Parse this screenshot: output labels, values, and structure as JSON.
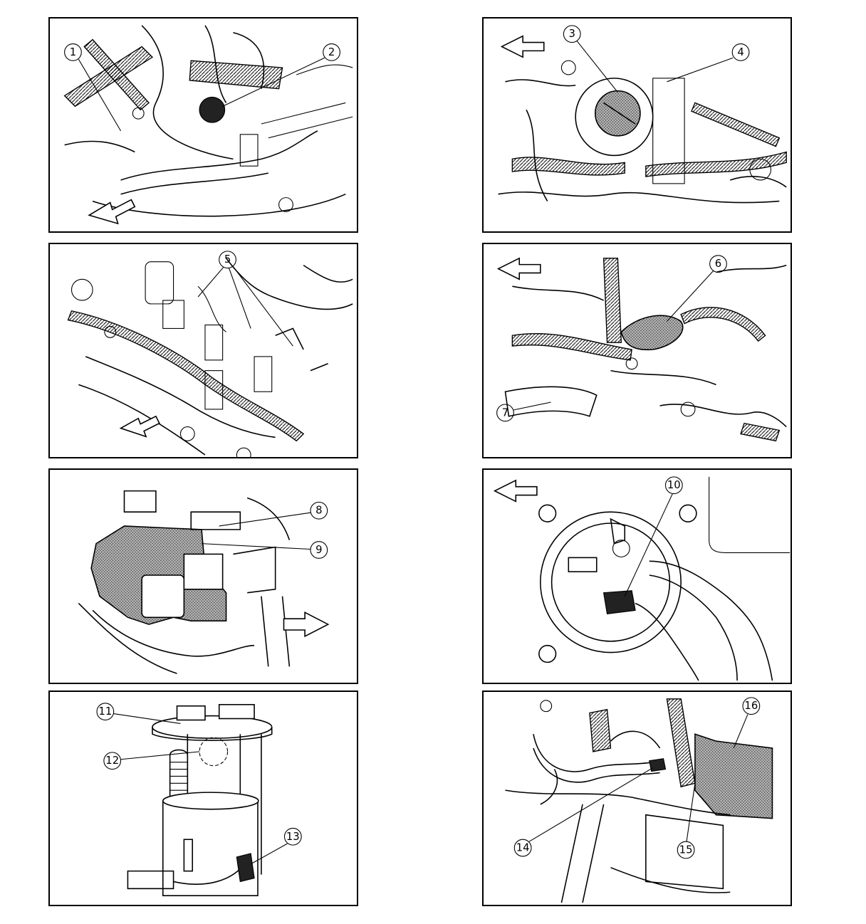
{
  "panels": [
    {
      "id": "p1",
      "callouts": [
        "1",
        "2"
      ]
    },
    {
      "id": "p2",
      "callouts": [
        "3",
        "4"
      ]
    },
    {
      "id": "p3",
      "callouts": [
        "5"
      ]
    },
    {
      "id": "p4",
      "callouts": [
        "6",
        "7"
      ]
    },
    {
      "id": "p5",
      "callouts": [
        "8",
        "9"
      ]
    },
    {
      "id": "p6",
      "callouts": [
        "10"
      ]
    },
    {
      "id": "p7",
      "callouts": [
        "11",
        "12",
        "13"
      ]
    },
    {
      "id": "p8",
      "callouts": [
        "14",
        "15",
        "16"
      ]
    }
  ],
  "colors": {
    "line": "#000000",
    "background": "#ffffff",
    "shade": "#555555"
  },
  "icons": [
    "front-direction-arrow-icon"
  ]
}
